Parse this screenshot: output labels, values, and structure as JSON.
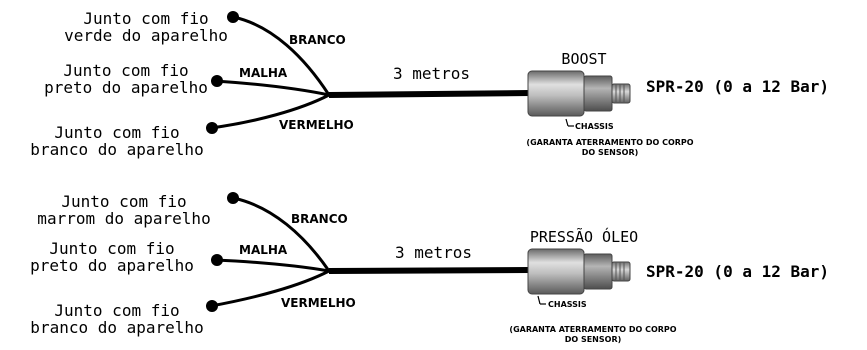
{
  "diagrams": [
    {
      "connections": [
        {
          "line1": "Junto com fio",
          "line2": "verde do aparelho",
          "wire": "BRANCO"
        },
        {
          "line1": "Junto com fio",
          "line2": "preto do aparelho",
          "wire": "MALHA"
        },
        {
          "line1": "Junto com fio",
          "line2": "branco do aparelho",
          "wire": "VERMELHO"
        }
      ],
      "cable_length": "3 metros",
      "sensor_title": "BOOST",
      "sensor_model": "SPR-20 (0 a 12 Bar)",
      "chassis_label": "CHASSIS",
      "ground_note_line1": "(GARANTA ATERRAMENTO DO CORPO",
      "ground_note_line2": "DO SENSOR)"
    },
    {
      "connections": [
        {
          "line1": "Junto com fio",
          "line2": "marrom do aparelho",
          "wire": "BRANCO"
        },
        {
          "line1": "Junto com fio",
          "line2": "preto do aparelho",
          "wire": "MALHA"
        },
        {
          "line1": "Junto com fio",
          "line2": "branco do aparelho",
          "wire": "VERMELHO"
        }
      ],
      "cable_length": "3 metros",
      "sensor_title": "PRESSÃO ÓLEO",
      "sensor_model": "SPR-20 (0 a 12 Bar)",
      "chassis_label": "CHASSIS",
      "ground_note_line1": "(GARANTA ATERRAMENTO DO CORPO",
      "ground_note_line2": "DO SENSOR)"
    }
  ],
  "colors": {
    "wire": "#000000",
    "sensor_body": "#a8a8a8",
    "sensor_hex": "#8c8c8c",
    "background": "#ffffff"
  }
}
